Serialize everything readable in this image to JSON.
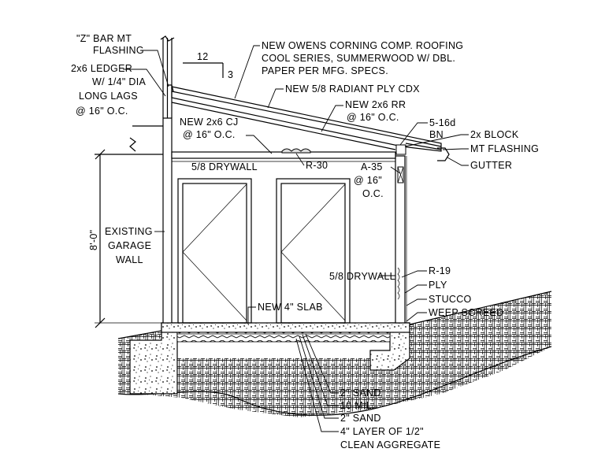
{
  "drawing": {
    "slope_run": "12",
    "slope_rise": "3",
    "dimension_height": "8'-0\"",
    "labels": {
      "z_bar": "\"Z\" BAR MT",
      "z_bar_2": "FLASHING",
      "ledger_1": "2x6 LEDGER",
      "ledger_2": "W/ 1/4\" DIA",
      "ledger_3": "LONG LAGS",
      "ledger_4": "@ 16\" O.C.",
      "roofing_1": "NEW OWENS CORNING COMP. ROOFING",
      "roofing_2": "COOL SERIES, SUMMERWOOD W/ DBL.",
      "roofing_3": "PAPER PER MFG. SPECS.",
      "ply": "NEW 5/8 RADIANT PLY CDX",
      "rr_1": "NEW 2x6 RR",
      "rr_2": "@ 16\" O.C.",
      "cj_1": "NEW 2x6 CJ",
      "cj_2": "@ 16\" O.C.",
      "nail": "5-16d",
      "bn": "BN",
      "block": "2x BLOCK",
      "mt_flashing": "MT FLASHING",
      "gutter": "GUTTER",
      "drywall_ceiling": "5/8 DRYWALL",
      "r30": "R-30",
      "a35_1": "A-35",
      "a35_2": "@ 16\"",
      "a35_3": "O.C.",
      "existing_1": "EXISTING",
      "existing_2": "GARAGE",
      "existing_3": "WALL",
      "drywall_wall": "5/8 DRYWALL",
      "r19": "R-19",
      "ply_wall": "PLY",
      "stucco": "STUCCO",
      "weep": "WEEP SCREED",
      "slab": "NEW 4\" SLAB",
      "sand_1": "2\" SAND",
      "mil": "10 MIL.",
      "sand_2": "2\" SAND",
      "aggregate_1": "4\" LAYER OF 1/2\"",
      "aggregate_2": "CLEAN AGGREGATE"
    }
  }
}
